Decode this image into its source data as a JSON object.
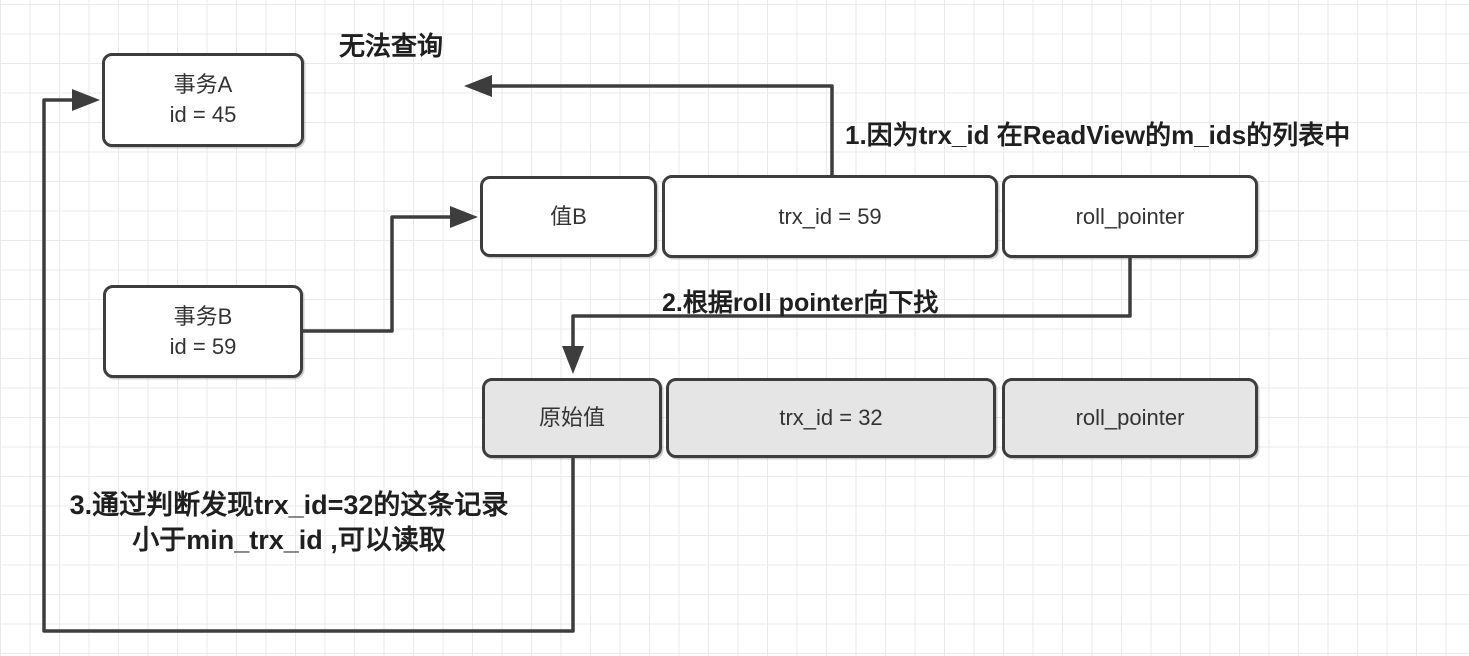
{
  "colors": {
    "stroke": "#3d3d3d",
    "grid": "#e9e9e9",
    "gray_fill": "#e5e5e5",
    "white_fill": "#ffffff",
    "box_text": "#333333",
    "note_text": "#1f1f1f"
  },
  "nodes": {
    "transaction_a": {
      "line1": "事务A",
      "line2": "id = 45"
    },
    "transaction_b": {
      "line1": "事务B",
      "line2": "id = 59"
    },
    "value_b": {
      "label": "值B"
    },
    "trx_id_59": {
      "label": "trx_id = 59"
    },
    "roll_pointer_top": {
      "label": "roll_pointer"
    },
    "original_value": {
      "label": "原始值"
    },
    "trx_id_32": {
      "label": "trx_id = 32"
    },
    "roll_pointer_bottom": {
      "label": "roll_pointer"
    }
  },
  "annotations": {
    "cannot_query": "无法查询",
    "step1": "1.因为trx_id 在ReadView的m_ids的列表中",
    "step2": "2.根据roll pointer向下找",
    "step3_line1": "3.通过判断发现trx_id=32的这条记录",
    "step3_line2": "小于min_trx_id ,可以读取"
  }
}
